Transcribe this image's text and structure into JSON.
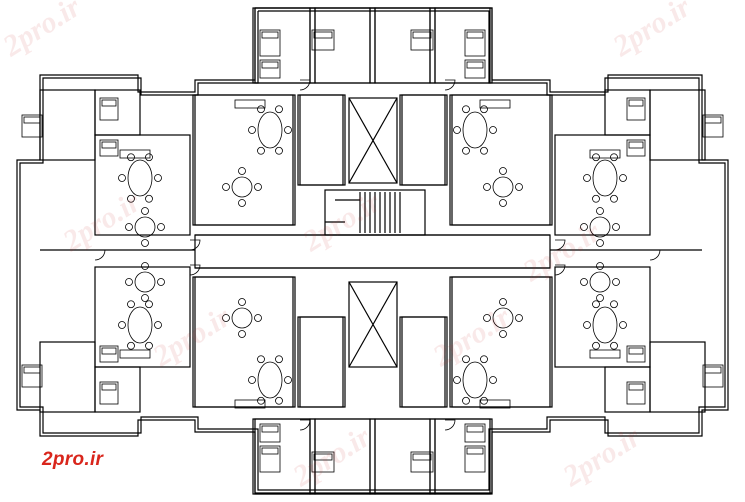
{
  "drawing": {
    "kind": "architectural-floor-plan",
    "line_color": "#000000",
    "background": "#ffffff"
  },
  "branding": {
    "logo_text": "2pro.ir",
    "logo_color": "#d9261c",
    "watermark_text": "2pro.ir",
    "watermark_color": "#c82828"
  }
}
